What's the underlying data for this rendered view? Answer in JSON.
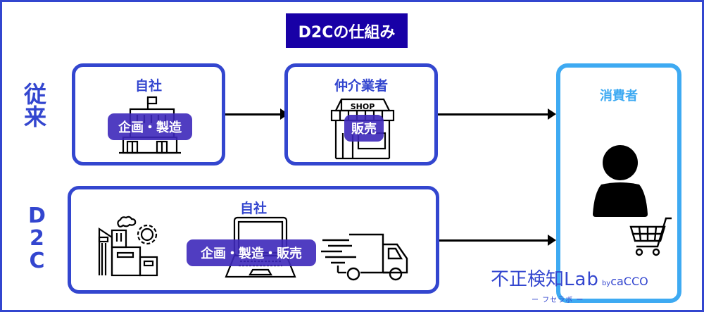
{
  "title": "D2Cの仕組み",
  "rows": {
    "conventional": {
      "label_chars": [
        "従",
        "来"
      ]
    },
    "d2c": {
      "label_chars": [
        "D",
        "2",
        "C"
      ]
    }
  },
  "conventional_flow": {
    "company": {
      "label": "自社",
      "role": "企画・製造",
      "icon": "office-building-icon"
    },
    "intermediary": {
      "label": "仲介業者",
      "role": "販売",
      "icon": "shop-icon",
      "sign": "SHOP"
    }
  },
  "d2c_flow": {
    "company": {
      "label": "自社",
      "role": "企画・製造・販売",
      "icons": [
        "factory-icon",
        "laptop-icon",
        "delivery-truck-icon"
      ]
    }
  },
  "consumer": {
    "label": "消費者",
    "icons": [
      "person-icon",
      "shopping-cart-icon"
    ]
  },
  "colors": {
    "primary": "#3346cf",
    "title_bg": "#1800a6",
    "pill_bg": "#3d28ba",
    "consumer": "#3eaaf2"
  },
  "logo": {
    "main": "不正検知",
    "lab": "Lab",
    "by": "by",
    "brand": "caCCO",
    "sub": "ー フセラボ ー"
  }
}
